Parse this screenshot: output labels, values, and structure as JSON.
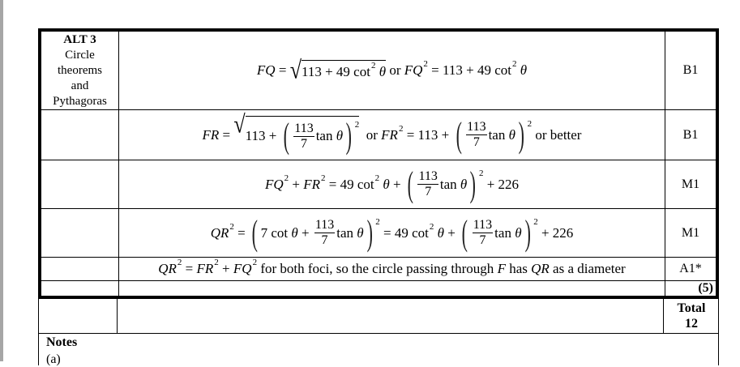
{
  "method": {
    "title": "ALT 3",
    "lines": [
      "Circle",
      "theorems",
      "and",
      "Pythagoras"
    ]
  },
  "rows": [
    {
      "mark": "B1",
      "eq": [
        {
          "t": "i",
          "v": "FQ"
        },
        {
          "t": "r",
          "v": " = "
        },
        {
          "t": "sqrt",
          "body": [
            {
              "t": "r",
              "v": "113 + 49 cot"
            },
            {
              "t": "sup",
              "v": "2"
            },
            {
              "t": "i",
              "v": " θ"
            }
          ]
        },
        {
          "t": "r",
          "v": " or "
        },
        {
          "t": "i",
          "v": "FQ"
        },
        {
          "t": "sup",
          "v": "2"
        },
        {
          "t": "r",
          "v": " = 113 + 49 cot"
        },
        {
          "t": "sup",
          "v": "2"
        },
        {
          "t": "i",
          "v": " θ"
        }
      ]
    },
    {
      "mark": "B1",
      "eq": [
        {
          "t": "i",
          "v": "FR"
        },
        {
          "t": "r",
          "v": " = "
        },
        {
          "t": "sqrt",
          "body": [
            {
              "t": "r",
              "v": "113 + "
            },
            {
              "t": "paren",
              "sup": "2",
              "body": [
                {
                  "t": "frac",
                  "n": "113",
                  "d": "7"
                },
                {
                  "t": "r",
                  "v": "tan "
                },
                {
                  "t": "i",
                  "v": "θ"
                }
              ]
            }
          ]
        },
        {
          "t": "r",
          "v": "  or "
        },
        {
          "t": "i",
          "v": "FR"
        },
        {
          "t": "sup",
          "v": "2"
        },
        {
          "t": "r",
          "v": " = 113 + "
        },
        {
          "t": "paren",
          "sup": "2",
          "body": [
            {
              "t": "frac",
              "n": "113",
              "d": "7"
            },
            {
              "t": "r",
              "v": "tan "
            },
            {
              "t": "i",
              "v": "θ"
            }
          ]
        },
        {
          "t": "r",
          "v": " or better"
        }
      ]
    },
    {
      "mark": "M1",
      "eq": [
        {
          "t": "i",
          "v": "FQ"
        },
        {
          "t": "sup",
          "v": "2"
        },
        {
          "t": "r",
          "v": " + "
        },
        {
          "t": "i",
          "v": "FR"
        },
        {
          "t": "sup",
          "v": "2"
        },
        {
          "t": "r",
          "v": " = 49 cot"
        },
        {
          "t": "sup",
          "v": "2"
        },
        {
          "t": "i",
          "v": " θ"
        },
        {
          "t": "r",
          "v": " + "
        },
        {
          "t": "paren",
          "sup": "2",
          "body": [
            {
              "t": "frac",
              "n": "113",
              "d": "7"
            },
            {
              "t": "r",
              "v": "tan "
            },
            {
              "t": "i",
              "v": "θ"
            }
          ]
        },
        {
          "t": "r",
          "v": " + 226"
        }
      ]
    },
    {
      "mark": "M1",
      "eq": [
        {
          "t": "i",
          "v": "QR"
        },
        {
          "t": "sup",
          "v": "2"
        },
        {
          "t": "r",
          "v": " = "
        },
        {
          "t": "paren",
          "sup": "2",
          "body": [
            {
              "t": "r",
              "v": "7 cot "
            },
            {
              "t": "i",
              "v": "θ"
            },
            {
              "t": "r",
              "v": " + "
            },
            {
              "t": "frac",
              "n": "113",
              "d": "7"
            },
            {
              "t": "r",
              "v": "tan "
            },
            {
              "t": "i",
              "v": "θ"
            }
          ]
        },
        {
          "t": "r",
          "v": " = 49 cot"
        },
        {
          "t": "sup",
          "v": "2"
        },
        {
          "t": "i",
          "v": " θ"
        },
        {
          "t": "r",
          "v": " + "
        },
        {
          "t": "paren",
          "sup": "2",
          "body": [
            {
              "t": "frac",
              "n": "113",
              "d": "7"
            },
            {
              "t": "r",
              "v": "tan "
            },
            {
              "t": "i",
              "v": "θ"
            }
          ]
        },
        {
          "t": "r",
          "v": " + 226"
        }
      ]
    },
    {
      "mark": "A1*",
      "eq": [
        {
          "t": "i",
          "v": "QR"
        },
        {
          "t": "sup",
          "v": "2"
        },
        {
          "t": "r",
          "v": " = "
        },
        {
          "t": "i",
          "v": "FR"
        },
        {
          "t": "sup",
          "v": "2"
        },
        {
          "t": "r",
          "v": " + "
        },
        {
          "t": "i",
          "v": "FQ"
        },
        {
          "t": "sup",
          "v": "2"
        },
        {
          "t": "r",
          "v": " for both foci, so the circle passing through "
        },
        {
          "t": "i",
          "v": "F"
        },
        {
          "t": "r",
          "v": " has "
        },
        {
          "t": "i",
          "v": "QR"
        },
        {
          "t": "r",
          "v": " as a diameter"
        }
      ]
    }
  ],
  "subtotal": "(5)",
  "total": {
    "label": "Total",
    "value": "12"
  },
  "notes": {
    "title": "Notes",
    "part": "(a)"
  }
}
